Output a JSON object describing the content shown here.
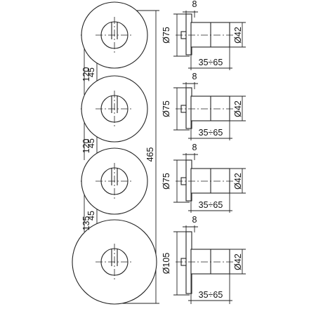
{
  "front": {
    "spacing_labels": [
      "120",
      "120",
      "135"
    ],
    "gap_labels": [
      "45",
      "45",
      "45"
    ],
    "total_height_label": "465"
  },
  "side_views": [
    {
      "top_label": "8",
      "plate_label": "Ø75",
      "body_label": "Ø42",
      "depth_label": "35÷65"
    },
    {
      "top_label": "8",
      "plate_label": "Ø75",
      "body_label": "Ø42",
      "depth_label": "35÷65"
    },
    {
      "top_label": "8",
      "plate_label": "Ø75",
      "body_label": "Ø42",
      "depth_label": "35÷65"
    },
    {
      "top_label": "8",
      "plate_label": "Ø105",
      "body_label": "Ø42",
      "depth_label": "35÷65"
    }
  ]
}
